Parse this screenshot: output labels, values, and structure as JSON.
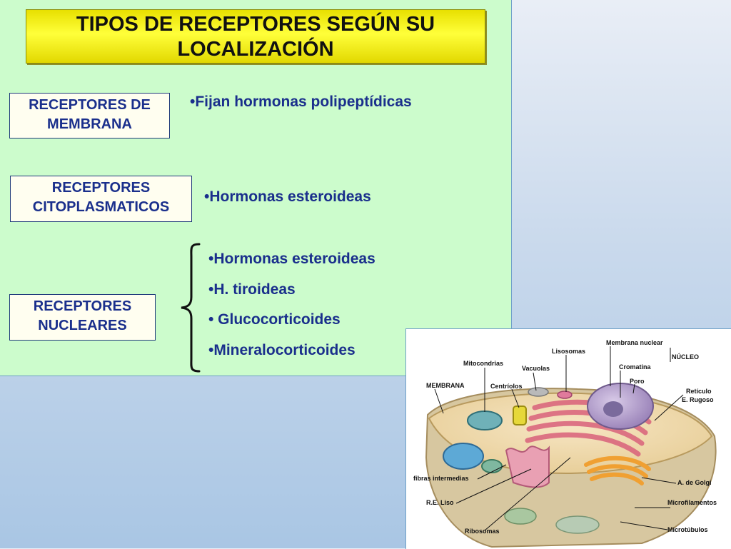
{
  "title": {
    "line1": "TIPOS DE RECEPTORES SEGÚN SU",
    "line2": "LOCALIZACIÓN"
  },
  "receptors": [
    {
      "line1": "RECEPTORES  DE",
      "line2": "MEMBRANA"
    },
    {
      "line1": "RECEPTORES",
      "line2": "CITOPLASMATICOS"
    },
    {
      "line1": "RECEPTORES",
      "line2": "NUCLEARES"
    }
  ],
  "membrana_bullets": [
    "•Fijan hormonas polipeptídicas"
  ],
  "citoplasmaticos_bullets": [
    "•Hormonas esteroideas"
  ],
  "nucleares_bullets": [
    "•Hormonas esteroideas",
    "•H. tiroideas",
    "• Glucocorticoides",
    "•Mineralocorticoides"
  ],
  "cell_labels": {
    "membrana_nuclear": "Membrana nuclear",
    "nucleo": "NÚCLEO",
    "lisosomas": "Lisosomas",
    "mitocondrias": "Mitocondrias",
    "vacuolas": "Vacuolas",
    "cromatina": "Cromatina",
    "membrana": "MEMBRANA",
    "centriolos": "Centríolos",
    "poro": "Poro",
    "reticulo_1": "Retículo",
    "reticulo_2": "E. Rugoso",
    "fibras": "fibras intermedias",
    "golgi": "A. de Golgi",
    "re_liso": "R.E. Liso",
    "microfilamentos": "Microfilamentos",
    "ribosomas": "Ribosomas",
    "microtubulos": "Microtúbulos"
  },
  "colors": {
    "panel": "#ccfccc",
    "title_yellow": "#ffff3a",
    "text_blue": "#1a2f8c"
  }
}
